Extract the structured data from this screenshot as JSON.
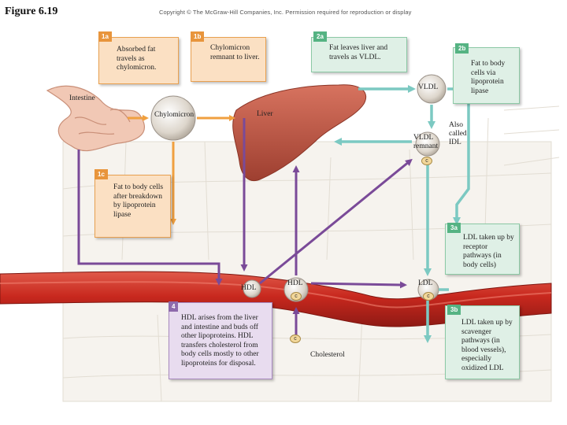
{
  "figure_title": "Figure 6.19",
  "copyright": "Copyright © The McGraw-Hill Companies, Inc. Permission required for reproduction or display",
  "steps": [
    {
      "tag": "1a",
      "text": "Absorbed fat travels as chylomicron."
    },
    {
      "tag": "1b",
      "text": "Chylomicron remnant to liver."
    },
    {
      "tag": "1c",
      "text": "Fat to body cells after breakdown by lipoprotein lipase"
    },
    {
      "tag": "2a",
      "text": "Fat leaves liver and travels as VLDL."
    },
    {
      "tag": "2b",
      "text": "Fat to body cells via lipoprotein lipase"
    },
    {
      "tag": "3a",
      "text": "LDL taken up by receptor pathways (in body cells)"
    },
    {
      "tag": "3b",
      "text": "LDL taken up by scavenger pathways (in blood vessels), especially oxidized LDL"
    },
    {
      "tag": "4",
      "text": "HDL arises from the liver and intestine and buds off other lipoproteins. HDL transfers cholesterol from body cells mostly to other lipoproteins for disposal."
    }
  ],
  "labels": {
    "intestine": "Intestine",
    "chylomicron": "Chylomicron",
    "liver": "Liver",
    "vldl": "VLDL",
    "vldl_remnant": "VLDL remnant",
    "also_called": "Also called IDL",
    "hdl": "HDL",
    "ldl": "LDL",
    "cholesterol": "Cholesterol",
    "c": "c"
  },
  "colors": {
    "orange_arrow": "#f0a040",
    "purple_arrow": "#7a4a98",
    "teal_arrow": "#7cc9c2",
    "vessel": "#c8281e",
    "liver": "#c55a48"
  }
}
